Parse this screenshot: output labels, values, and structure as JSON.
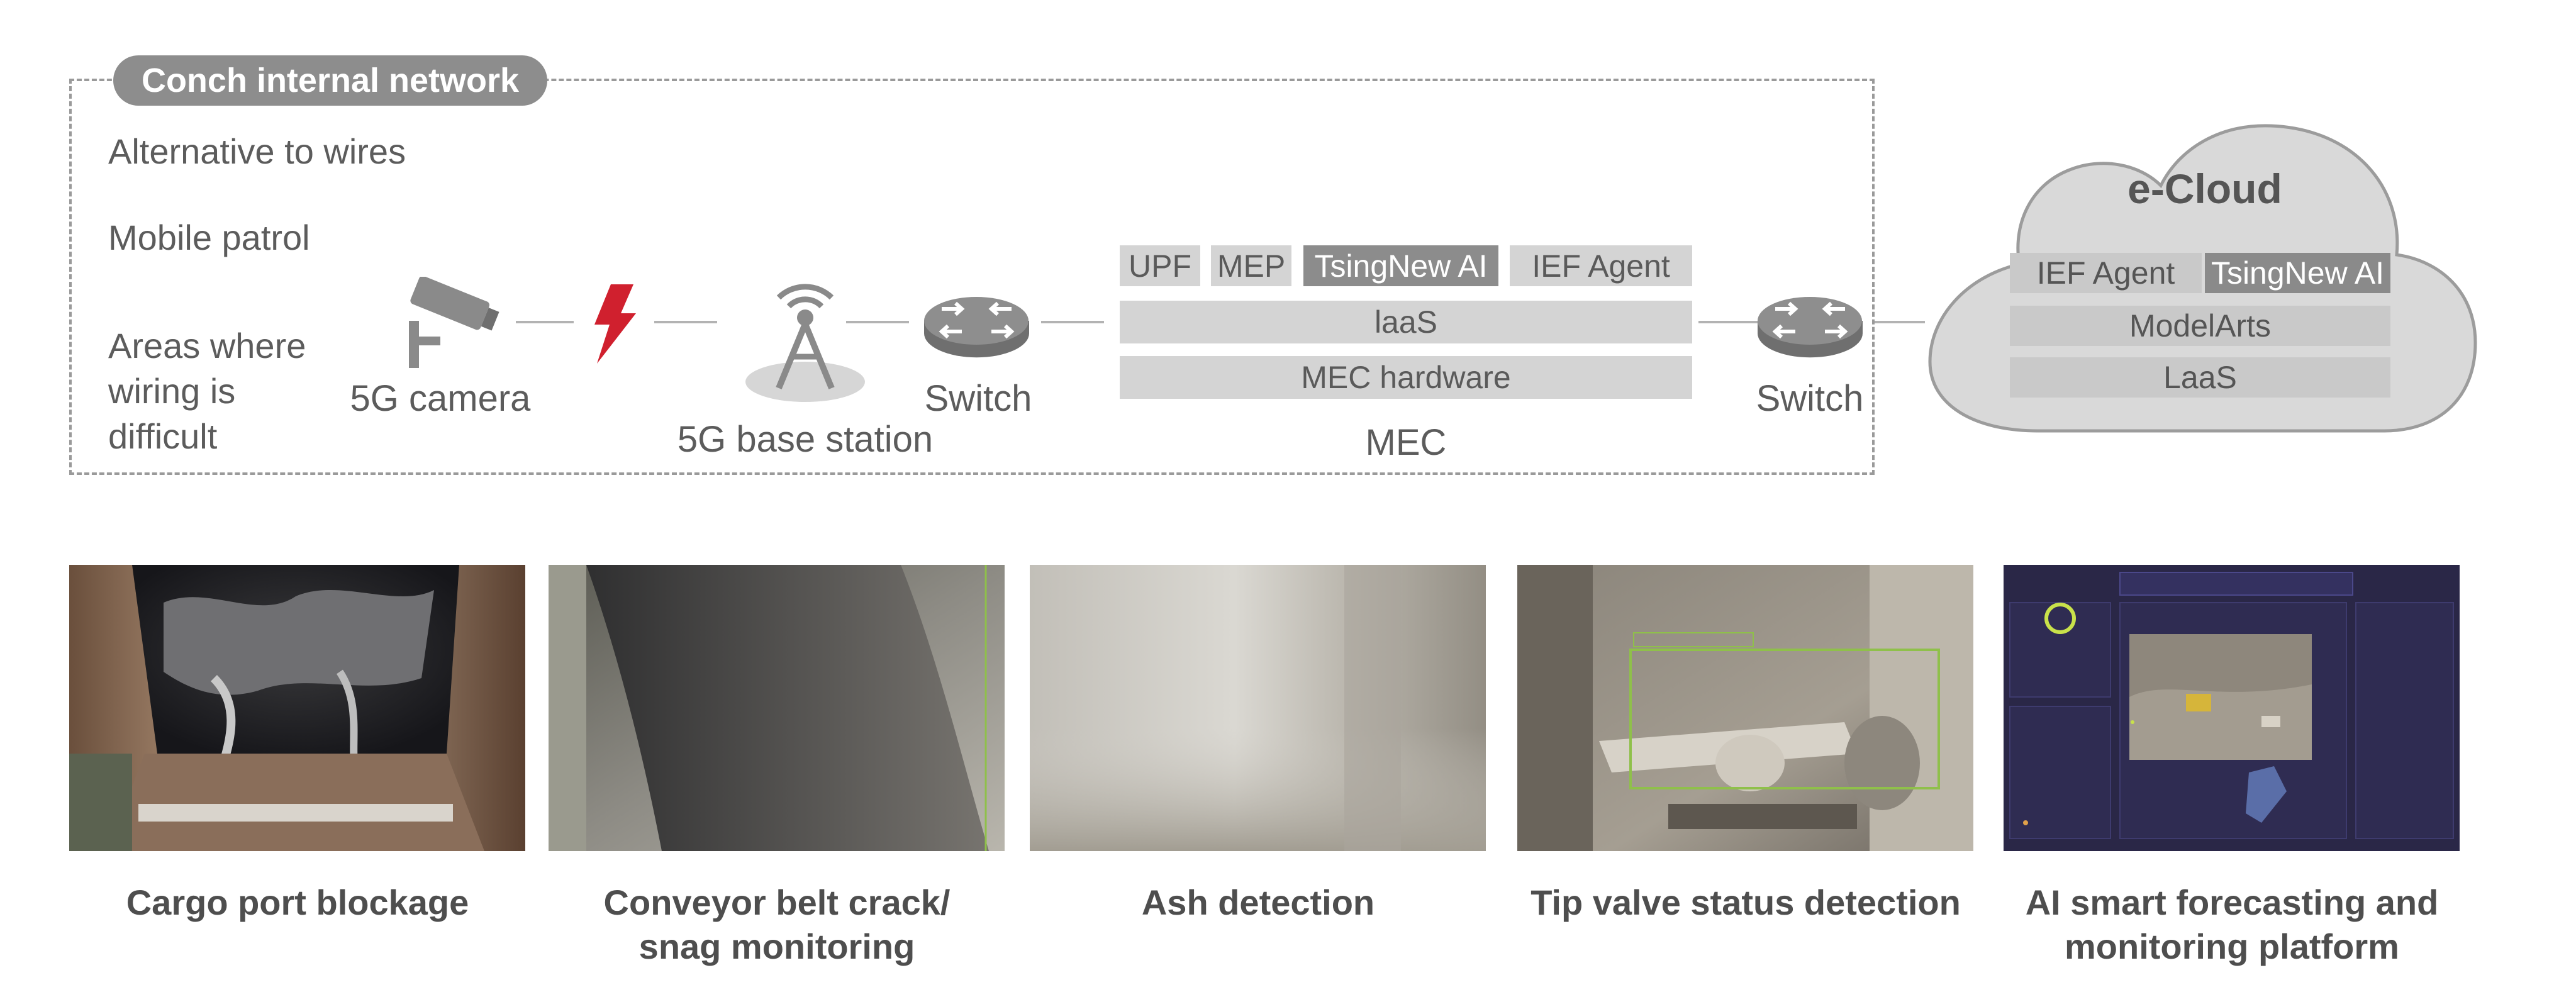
{
  "network": {
    "title": "Conch internal network",
    "scenarios": [
      "Alternative to wires",
      "Mobile patrol",
      "Areas where",
      "wiring is",
      "difficult"
    ]
  },
  "nodes": {
    "camera": "5G camera",
    "base_station": "5G base station",
    "switch_1": "Switch",
    "switch_2": "Switch",
    "mec": "MEC"
  },
  "mec_stack": {
    "top_row": [
      "UPF",
      "MEP",
      "TsingNew AI",
      "IEF Agent"
    ],
    "iaas": "laaS",
    "hardware": "MEC hardware"
  },
  "cloud": {
    "title": "e-Cloud",
    "top_row": [
      "IEF Agent",
      "TsingNew AI"
    ],
    "modelarts": "ModelArts",
    "laas": "LaaS"
  },
  "use_cases": [
    {
      "line1": "Cargo port blockage",
      "line2": ""
    },
    {
      "line1": "Conveyor belt crack/",
      "line2": "snag monitoring"
    },
    {
      "line1": "Ash detection",
      "line2": ""
    },
    {
      "line1": "Tip valve status detection",
      "line2": ""
    },
    {
      "line1": "AI smart forecasting and",
      "line2": "monitoring platform"
    }
  ],
  "colors": {
    "lightning": "#d0202e",
    "detection_box": "#8fc04a",
    "dashboard_bg": "#2a2747"
  }
}
